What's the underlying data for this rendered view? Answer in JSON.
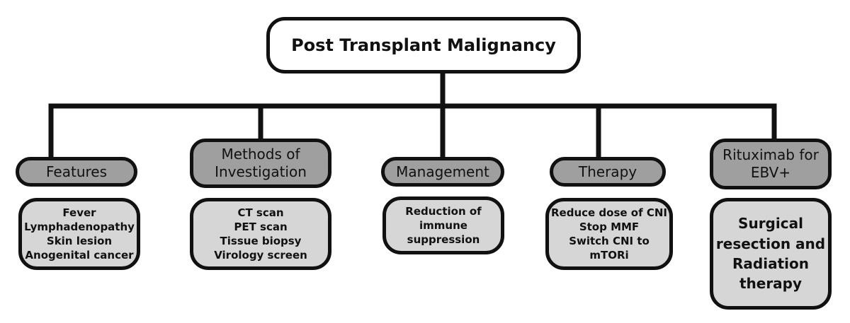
{
  "root": {
    "title": "Post Transplant Malignancy"
  },
  "categories": [
    {
      "heading": [
        "Features"
      ],
      "items": [
        "Fever",
        "Lymphadenopathy",
        "Skin lesion",
        "Anogenital cancer"
      ]
    },
    {
      "heading": [
        "Methods of",
        "Investigation"
      ],
      "items": [
        "CT scan",
        "PET scan",
        "Tissue biopsy",
        "Virology screen"
      ]
    },
    {
      "heading": [
        "Management"
      ],
      "items": [
        "Reduction of",
        "immune",
        "suppression"
      ]
    },
    {
      "heading": [
        "Therapy"
      ],
      "items": [
        "Reduce dose of CNI",
        "Stop MMF",
        "Switch CNI to mTORi"
      ]
    },
    {
      "heading": [
        "Rituximab for",
        "EBV+"
      ],
      "items": [
        "Surgical",
        "resection and",
        "Radiation",
        "therapy"
      ]
    }
  ]
}
